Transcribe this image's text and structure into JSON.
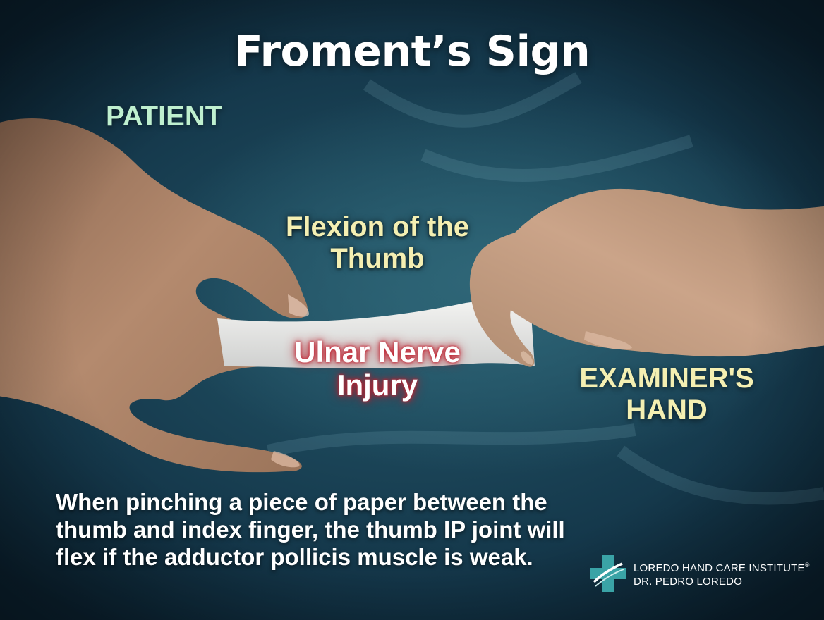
{
  "title": "Froment’s Sign",
  "labels": {
    "patient": "PATIENT",
    "flexion_line1": "Flexion of the",
    "flexion_line2": "Thumb",
    "ulnar_line1": "Ulnar Nerve",
    "ulnar_line2": "Injury",
    "examiner_line1": "EXAMINER'S",
    "examiner_line2": "HAND"
  },
  "caption": {
    "line1": "When pinching a piece of paper between the",
    "line2": "thumb and index finger, the thumb IP joint will",
    "line3": "flex if the adductor pollicis muscle is weak."
  },
  "brand": {
    "name": "LOREDO HAND CARE INSTITUTE",
    "registered_mark": "®",
    "doctor": "DR. PEDRO LOREDO",
    "logo_icon": "medical-cross-logo-icon"
  },
  "colors": {
    "background": "#1b4658",
    "title": "#ffffff",
    "patient_label": "#bff0cf",
    "yellow_label": "#f4efb2",
    "ulnar_glow": "#c0202e",
    "logo_teal": "#3aa3a6"
  }
}
